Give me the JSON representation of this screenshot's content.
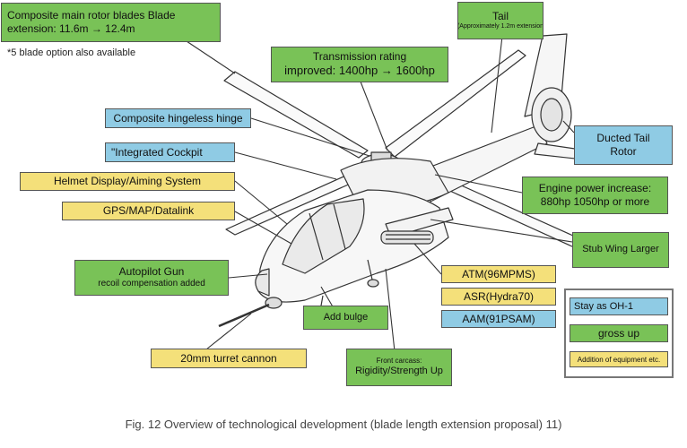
{
  "labels": {
    "rotor_blades": {
      "line1": "Composite main rotor blades Blade",
      "line2": "extension: 11.6m → 12.4m"
    },
    "five_blade_note": "*5 blade option also available",
    "transmission": {
      "line1": "Transmission rating",
      "line2": "improved: 1400hp → 1600hp"
    },
    "tail": {
      "line1": "Tail",
      "line2": "(Approximately 1.2m extension"
    },
    "hinge": "Composite hingeless hinge",
    "cockpit": "\"Integrated Cockpit",
    "helmet": "Helmet Display/Aiming System",
    "gps": "GPS/MAP/Datalink",
    "ducted_tail": {
      "line1": "Ducted Tail",
      "line2": "Rotor"
    },
    "engine": {
      "line1": "Engine power increase:",
      "line2": "880hp 1050hp or more"
    },
    "stub_wing": "Stub Wing Larger",
    "autopilot": {
      "line1": "Autopilot Gun",
      "line2": "recoil compensation added"
    },
    "atm": "ATM(96MPMS)",
    "asr": "ASR(Hydra70)",
    "aam": "AAM(91PSAM)",
    "add_bulge": "Add bulge",
    "front_carcass": {
      "line1": "Front carcass:",
      "line2": "Rigidity/Strength Up"
    },
    "turret": "20mm turret cannon"
  },
  "legend": {
    "stay": "Stay as OH-1",
    "gross_up": "gross up",
    "addition": "Addition of equipment etc."
  },
  "caption": "Fig. 12 Overview of technological development (blade length extension proposal) 11)",
  "colors": {
    "green": "#79c257",
    "blue": "#8fcbe4",
    "yellow": "#f4e07a"
  }
}
